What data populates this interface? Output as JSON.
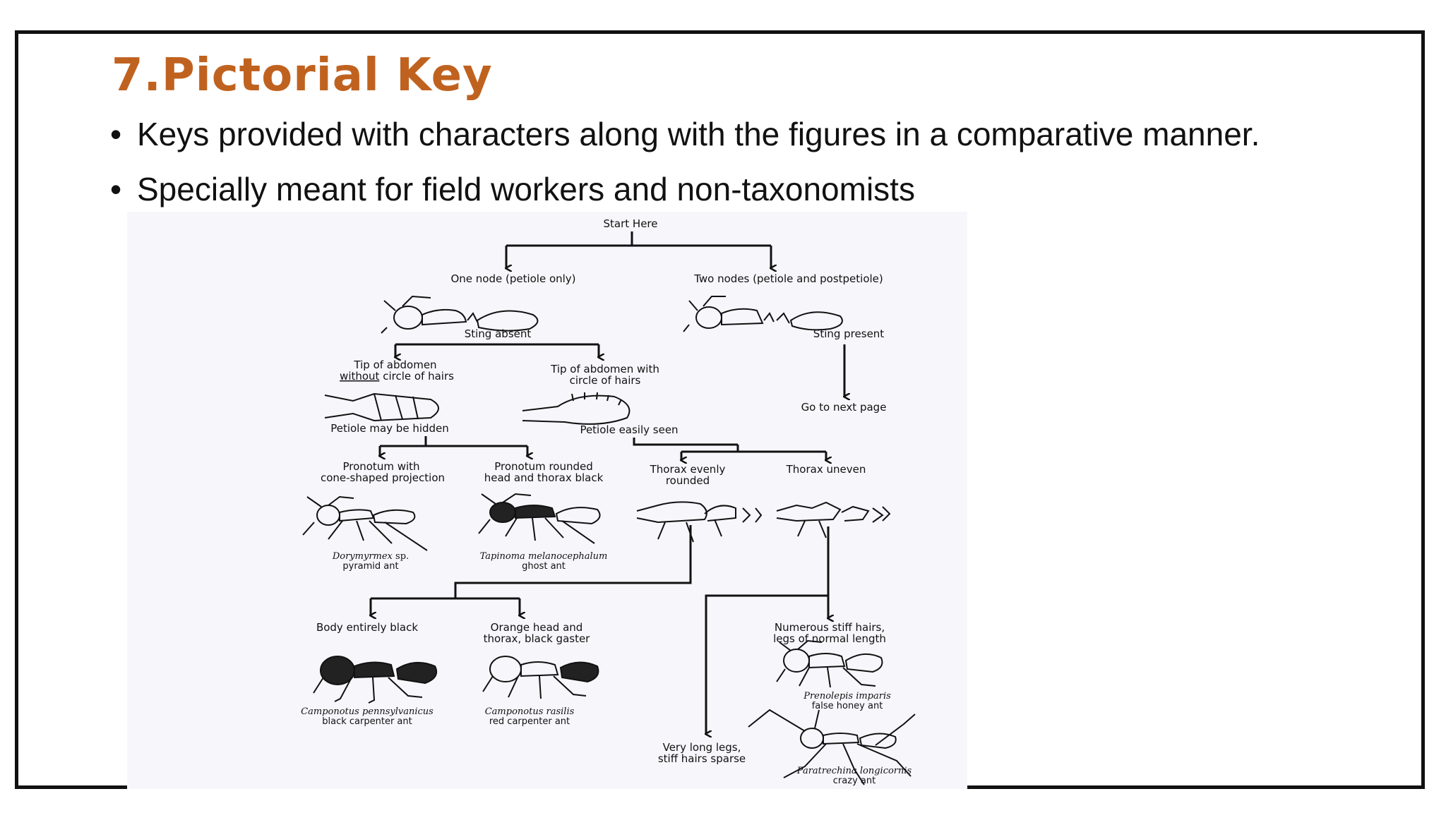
{
  "slide": {
    "title": "7.Pictorial Key",
    "bullets": [
      "Keys provided with characters along with the figures in a comparative manner.",
      "Specially meant for field workers and non-taxonomists"
    ]
  },
  "key": {
    "start": "Start Here",
    "one_node": "One node (petiole only)",
    "two_nodes": "Two nodes (petiole and postpetiole)",
    "sting_absent": "Sting absent",
    "sting_present": "Sting present",
    "next_page": "Go to next page",
    "tip_without_1": "Tip of abdomen",
    "tip_without_2a": "without",
    "tip_without_2b": " circle of hairs",
    "tip_with_1": "Tip of abdomen with",
    "tip_with_2": "circle of hairs",
    "petiole_hidden": "Petiole may be hidden",
    "petiole_seen": "Petiole easily seen",
    "pronotum_cone_1": "Pronotum with",
    "pronotum_cone_2": "cone-shaped projection",
    "pronotum_round_1": "Pronotum rounded",
    "pronotum_round_2": "head and thorax black",
    "thorax_even_1": "Thorax evenly",
    "thorax_even_2": "rounded",
    "thorax_uneven": "Thorax uneven",
    "dory_sci": "Dorymyrmex",
    "dory_sp": " sp.",
    "dory_common": "pyramid ant",
    "tapi_sci": "Tapinoma melanocephalum",
    "tapi_common": "ghost ant",
    "black_body": "Body entirely black",
    "orange_1": "Orange head and",
    "orange_2": "thorax, black gaster",
    "stiff_1": "Numerous stiff hairs,",
    "stiff_2": "legs of normal length",
    "camp_penn_sci": "Camponotus pennsylvanicus",
    "camp_penn_common": "black carpenter ant",
    "camp_ras_sci": "Camponotus rasilis",
    "camp_ras_common": "red carpenter ant",
    "pren_sci": "Prenolepis imparis",
    "pren_common": "false honey ant",
    "long_legs_1": "Very long legs,",
    "long_legs_2": "stiff hairs sparse",
    "para_sci": "Paratrechina longicornis",
    "para_common": "crazy ant"
  }
}
